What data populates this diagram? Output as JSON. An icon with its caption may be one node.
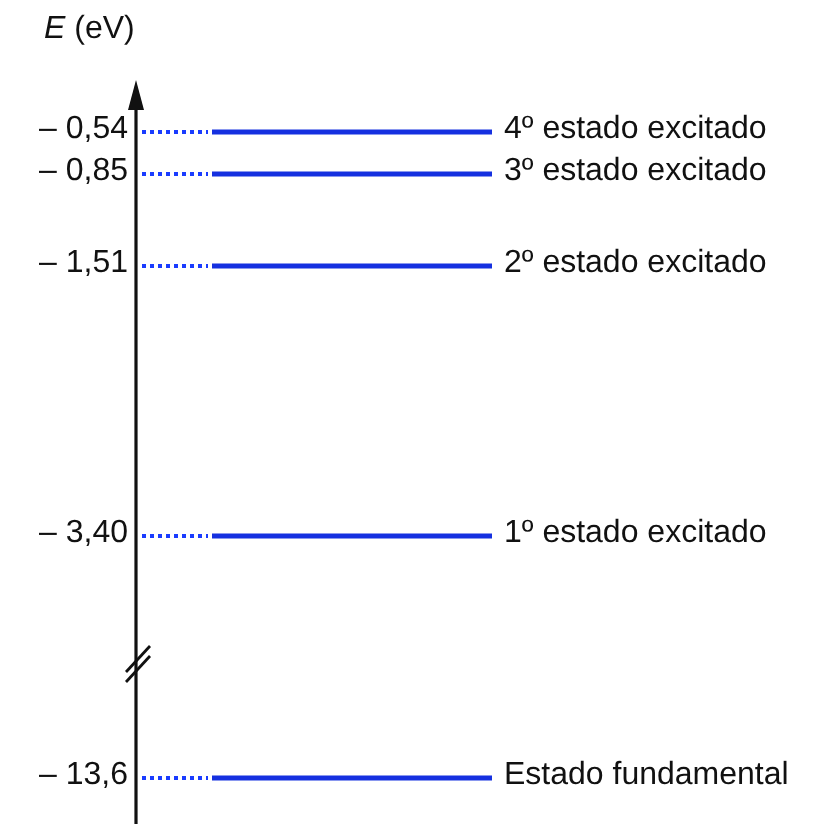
{
  "diagram": {
    "labels": [
      "*E* (eV)",
      "– 0,54",
      "4º estado excitado",
      "– 0,85",
      "3º estado excitado",
      "– 1,51",
      "2º estado excitado",
      "– 3,40",
      "1º estado excitado",
      "– 13,6",
      "Estado fundamental"
    ]
  }
}
